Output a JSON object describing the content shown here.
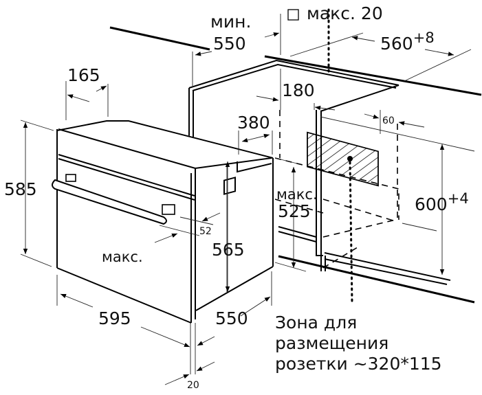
{
  "title": "Схема встраивания духового шкафа",
  "dimensions": {
    "min_label": "мин.",
    "cabinet_depth_min": "550",
    "max_label_top": "макс. 20",
    "niche_width": "560",
    "niche_width_tol": "+8",
    "depth_165": "165",
    "gap_180": "180",
    "depth_380": "380",
    "offset_60": "60",
    "oven_height": "585",
    "max_label_525": "макс.",
    "niche_525": "525",
    "niche_height": "600",
    "niche_height_tol": "+4",
    "handle_52": "52",
    "max_label_handle": "макс.",
    "body_height": "565",
    "oven_width": "595",
    "oven_depth": "550",
    "front_20": "20"
  },
  "socket_zone": {
    "line1": "Зона для",
    "line2": "размещения",
    "line3": "розетки ~320*115"
  }
}
